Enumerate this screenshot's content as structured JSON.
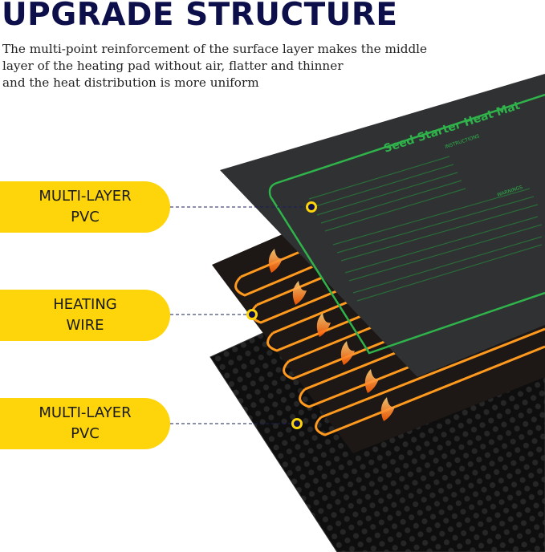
{
  "title": "UPGRADE STRUCTURE",
  "description": [
    "The multi-point reinforcement of the surface layer makes the middle",
    "layer of the heating pad without air, flatter and thinner",
    "and the heat distribution is more uniform"
  ],
  "labels": [
    {
      "line1": "MULTI-LAYER",
      "line2": "PVC"
    },
    {
      "line1": "HEATING",
      "line2": "WIRE"
    },
    {
      "line1": "MULTI-LAYER",
      "line2": "PVC"
    }
  ],
  "mat": {
    "brand_text": "Seed Starter Heat Mat",
    "instructions": "INSTRUCTIONS",
    "warnings": "WARNINGS"
  },
  "colors": {
    "title": "#0c0f4a",
    "label_bg": "#fdd50a",
    "mat_green": "#2fb34a",
    "wire": "#ff9a1f"
  }
}
